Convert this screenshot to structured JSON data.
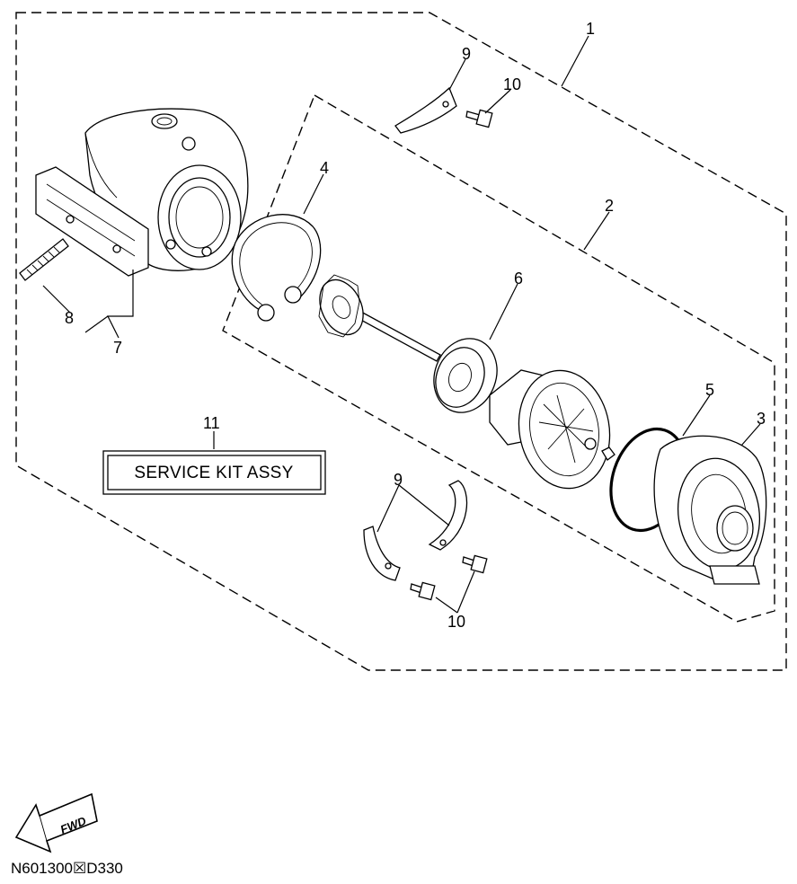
{
  "callouts": {
    "c1": "1",
    "c2": "2",
    "c3": "3",
    "c4": "4",
    "c5": "5",
    "c6": "6",
    "c7": "7",
    "c8": "8",
    "c9a": "9",
    "c9b": "9",
    "c10a": "10",
    "c10b": "10",
    "c11": "11"
  },
  "service_kit_label": "SERVICE KIT ASSY",
  "fwd_label": "FWD",
  "diagram_code": "N601300☒D330",
  "icons": [
    "fwd-arrow-icon"
  ]
}
